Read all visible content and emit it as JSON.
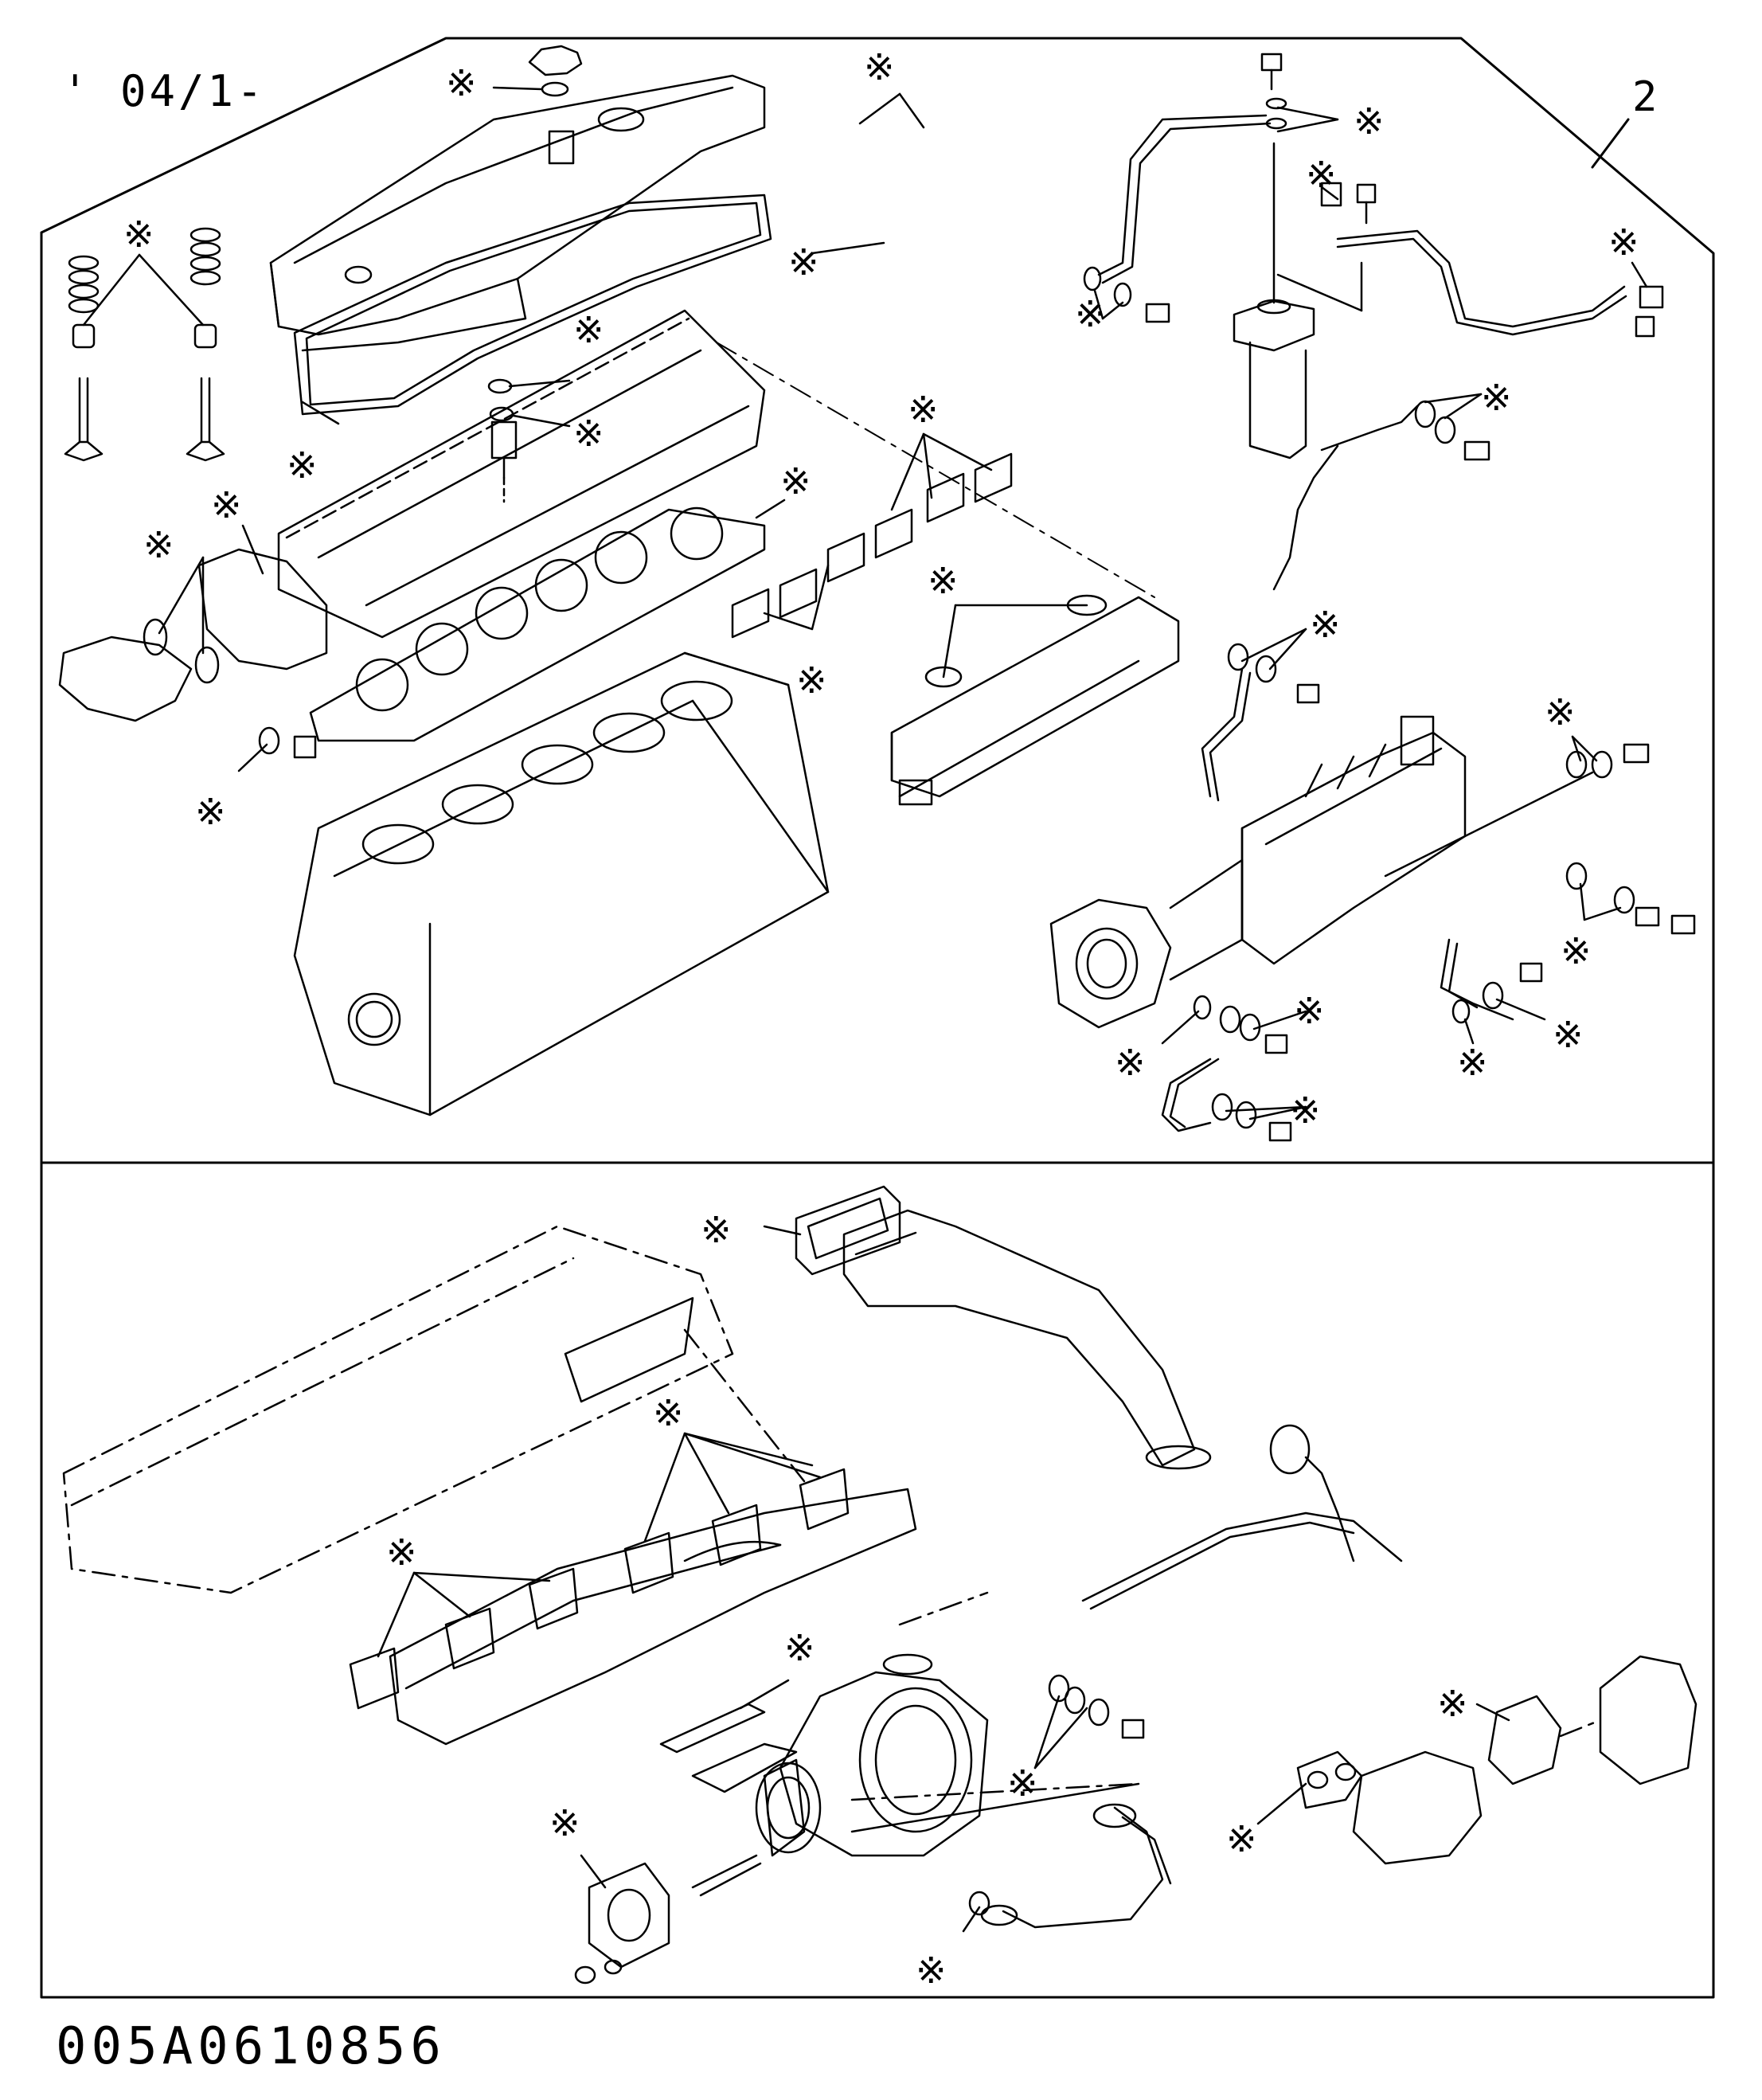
{
  "drawing": {
    "date_code": "' 04/1-",
    "kit_number": "2",
    "drawing_number": "005A0610856"
  },
  "marker": {
    "symbol": "※",
    "meaning_icon": "kit-part-asterisk-icon"
  },
  "colors": {
    "line": "#000000",
    "background": "#ffffff"
  }
}
